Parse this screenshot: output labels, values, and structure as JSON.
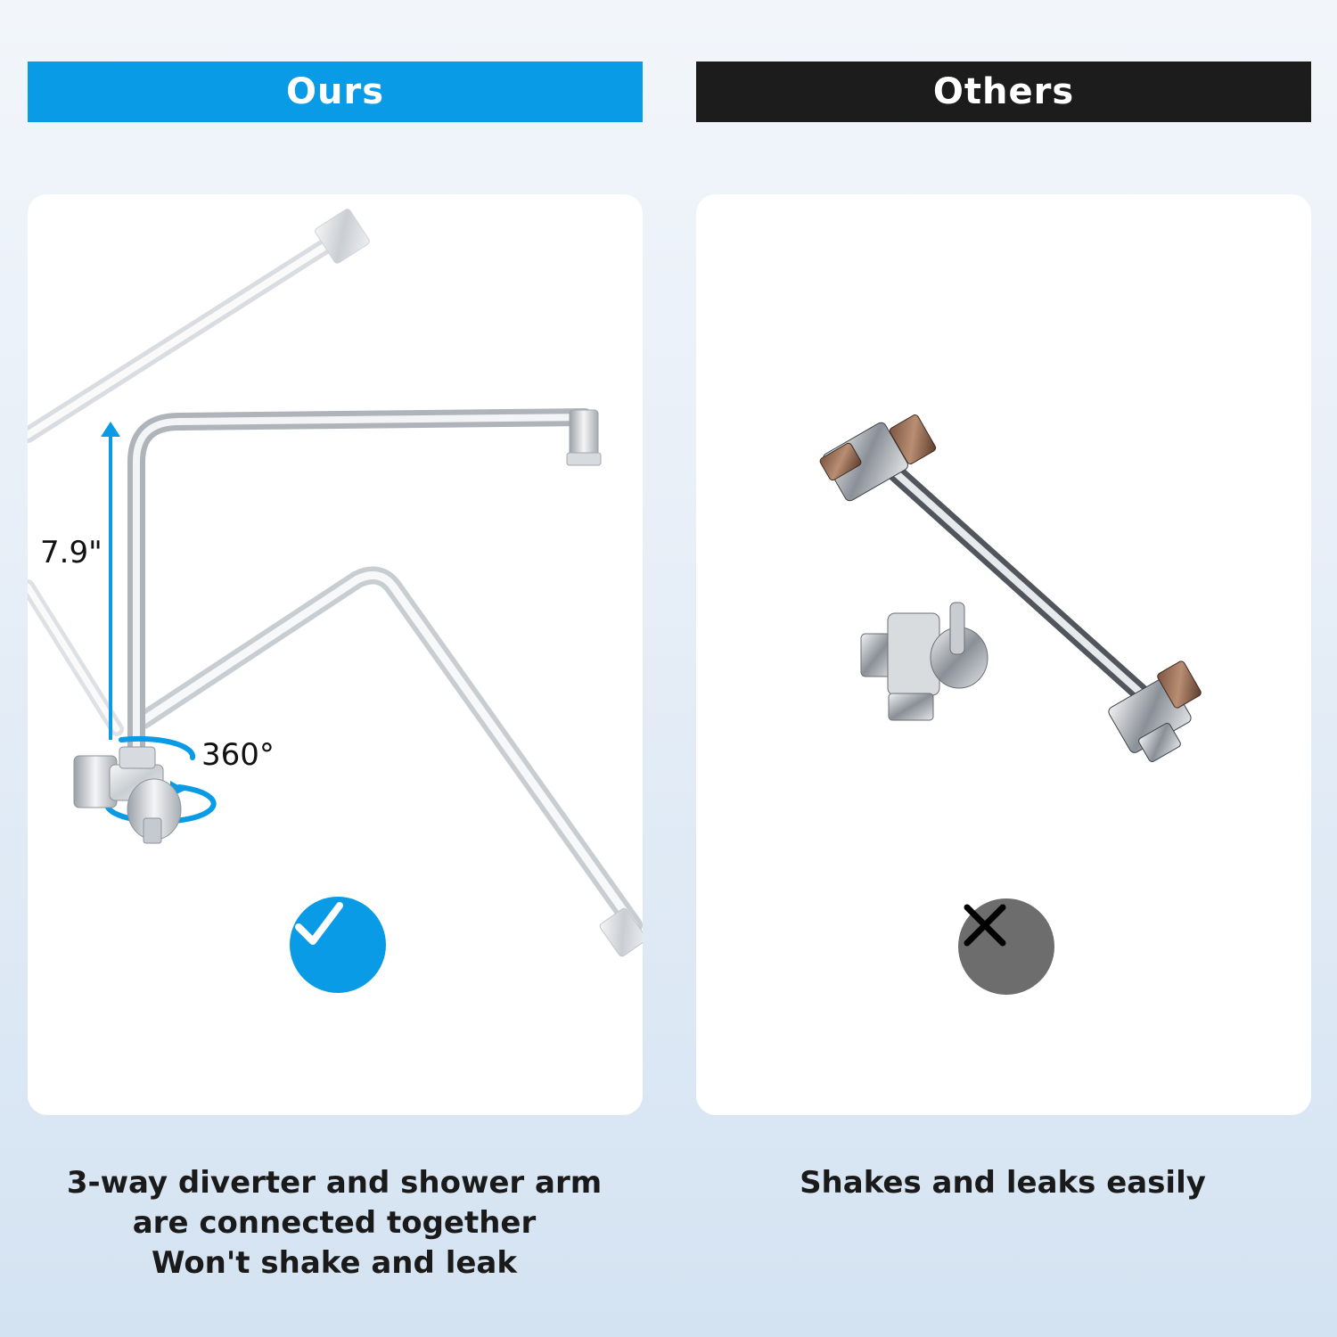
{
  "headers": {
    "ours": "Ours",
    "others": "Others"
  },
  "ours_panel": {
    "height_label": "7.9\"",
    "rotation_label": "360°",
    "badge_icon": "check-icon",
    "caption_lines": [
      "3-way diverter and shower arm",
      "are connected together",
      "Won't shake and leak"
    ]
  },
  "others_panel": {
    "badge_icon": "cross-icon",
    "caption_lines": [
      "Shakes and leaks easily"
    ]
  },
  "colors": {
    "ours_accent": "#0a9be6",
    "others_accent": "#1c1c1c",
    "cross_badge": "#6d6d6d"
  }
}
